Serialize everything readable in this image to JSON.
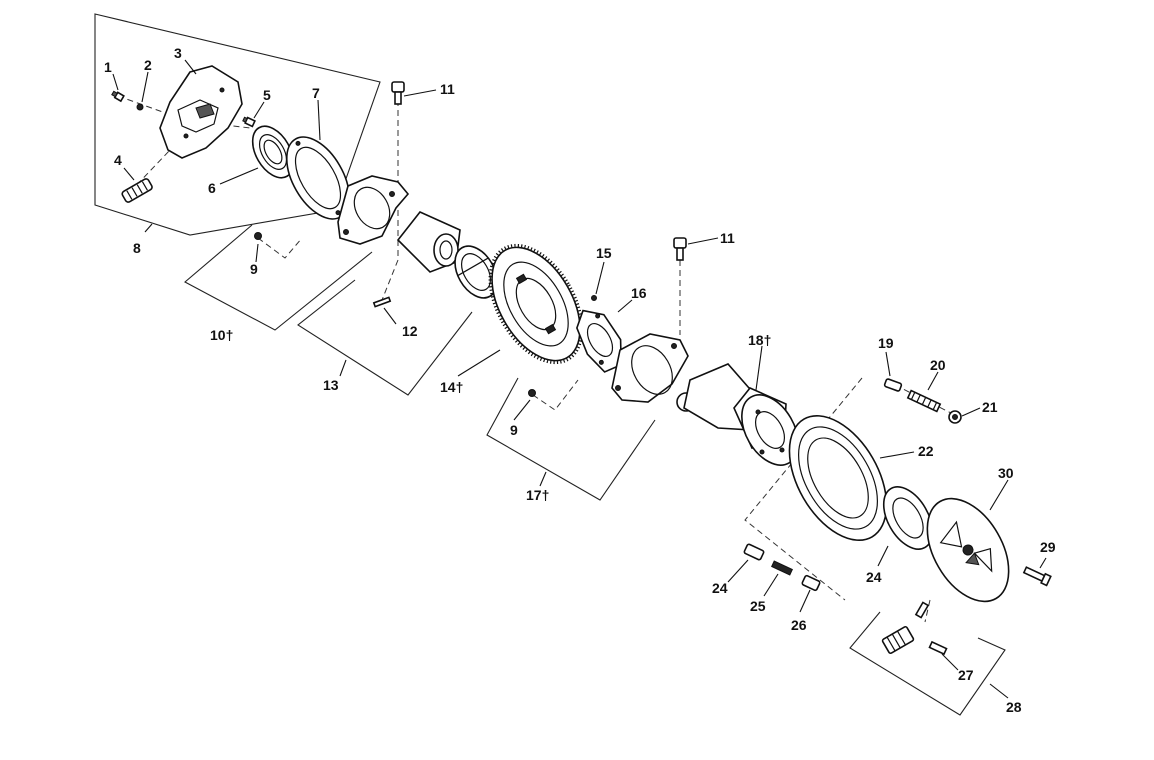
{
  "callouts": {
    "c1": "1",
    "c2": "2",
    "c3": "3",
    "c4": "4",
    "c5": "5",
    "c6": "6",
    "c7": "7",
    "c8": "8",
    "c9a": "9",
    "c10": "10†",
    "c11a": "11",
    "c12": "12",
    "c13": "13",
    "c14": "14†",
    "c15": "15",
    "c16": "16",
    "c11b": "11",
    "c9b": "9",
    "c17": "17†",
    "c18": "18†",
    "c19": "19",
    "c20": "20",
    "c21": "21",
    "c22": "22",
    "c24a": "24",
    "c30": "30",
    "c29": "29",
    "c24b": "24",
    "c25": "25",
    "c26": "26",
    "c27": "27",
    "c28": "28"
  }
}
